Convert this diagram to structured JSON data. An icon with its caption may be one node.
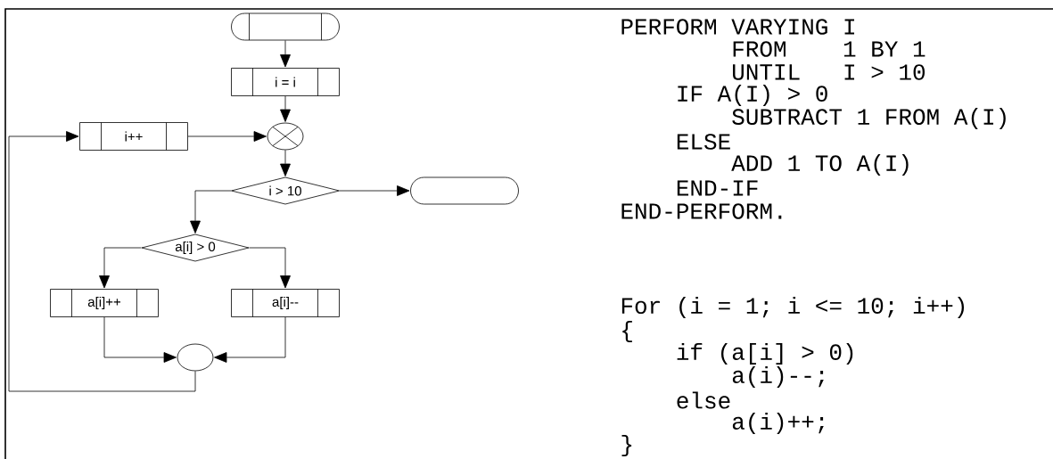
{
  "diagram": {
    "nodes": [
      {
        "text": [],
        "shape": "stadium"
      },
      {
        "text": [
          "i = i"
        ]
      },
      {
        "text": [],
        "shape": "circle"
      },
      {
        "text": [
          "i++"
        ]
      },
      {
        "text": [
          "i > 10"
        ]
      },
      {
        "text": [],
        "shape": "stadium"
      },
      {
        "text": [
          "a[i] > 0"
        ]
      },
      {
        "text": [
          "a[i]++"
        ]
      },
      {
        "text": [
          "a[i]--"
        ]
      },
      {
        "text": [],
        "shape": "circle"
      }
    ],
    "edges": [
      {
        "from": 0,
        "to": 1,
        "arrow": "to"
      },
      {
        "from": 1,
        "to": 2,
        "arrow": "to"
      },
      {
        "from": 3,
        "to": 2,
        "arrow": "to"
      },
      {
        "from": 2,
        "to": 4,
        "arrow": "to"
      },
      {
        "from": 4,
        "to": 5,
        "arrow": "to"
      },
      {
        "from": 4,
        "to": 6,
        "arrow": "to"
      },
      {
        "from": 6,
        "to": 7,
        "arrow": "to"
      },
      {
        "from": 6,
        "to": 8,
        "arrow": "to"
      },
      {
        "from": 7,
        "to": 9,
        "arrow": "to"
      },
      {
        "from": 8,
        "to": 9,
        "arrow": "to"
      },
      {
        "from": 9,
        "to": 3,
        "arrow": "to"
      }
    ],
    "labels": [
      "PERFORM VARYING I",
      "FROM",
      "1 BY 1",
      "UNTIL",
      "I > 10",
      "IF A(I) > 0",
      "SUBTRACT 1 FROM A(I)",
      "ELSE",
      "ADD 1 TO A(I)",
      "END-IF",
      "END-PERFORM.",
      "For (i = 1; i <= 10; i++)",
      "{",
      "if (a[i] > 0)",
      "a(i)--;",
      "else",
      "a(i)++;",
      "}"
    ]
  }
}
